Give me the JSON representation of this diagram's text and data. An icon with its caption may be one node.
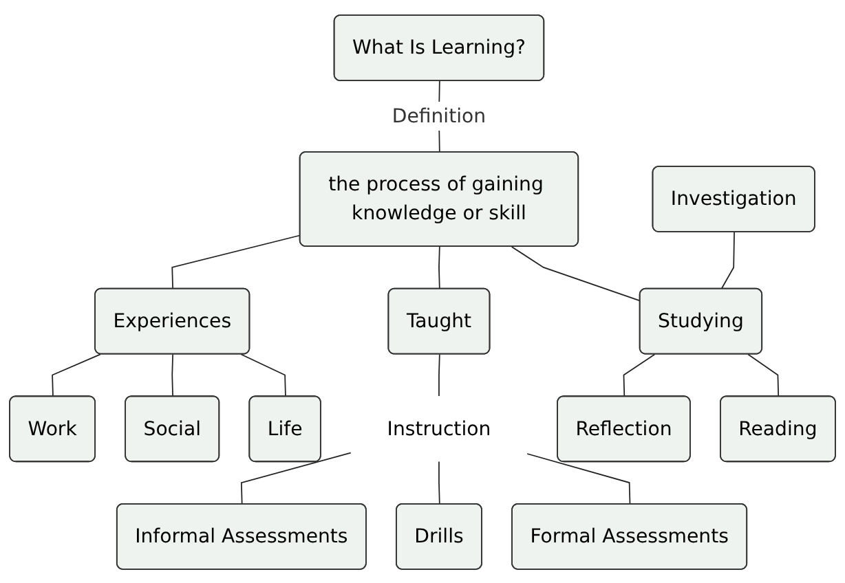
{
  "diagram": {
    "nodes": [
      {
        "text": [
          "What Is Learning?"
        ]
      },
      {
        "text": [
          "the process of gaining knowledge or skill"
        ]
      },
      {
        "text": [
          "Investigation"
        ]
      },
      {
        "text": [
          "Studying"
        ]
      },
      {
        "text": [
          "Taught"
        ]
      },
      {
        "text": [
          "Experiences"
        ]
      },
      {
        "text": [
          "Life"
        ]
      },
      {
        "text": [
          "Work"
        ]
      },
      {
        "text": [
          "Reading"
        ]
      },
      {
        "text": [
          "Reflection"
        ]
      },
      {
        "text": [
          "Social"
        ]
      },
      {
        "text": [
          "Instruction"
        ]
      },
      {
        "text": [
          "Drills"
        ]
      },
      {
        "text": [
          "Formal Assessments"
        ]
      },
      {
        "text": [
          "Informal Assessments"
        ]
      }
    ],
    "edges": [
      {
        "from": 0,
        "to": 1,
        "arrow": "none",
        "label": "Definition"
      },
      {
        "from": 1,
        "to": 3,
        "arrow": "none"
      },
      {
        "from": 1,
        "to": 4,
        "arrow": "none"
      },
      {
        "from": 1,
        "to": 5,
        "arrow": "none"
      },
      {
        "from": 2,
        "to": 3,
        "arrow": "none"
      },
      {
        "from": 3,
        "to": 8,
        "arrow": "none"
      },
      {
        "from": 3,
        "to": 9,
        "arrow": "none"
      },
      {
        "from": 4,
        "to": 11,
        "arrow": "none"
      },
      {
        "from": 5,
        "to": 6,
        "arrow": "none"
      },
      {
        "from": 5,
        "to": 10,
        "arrow": "none"
      },
      {
        "from": 5,
        "to": 7,
        "arrow": "none"
      },
      {
        "from": 11,
        "to": 13,
        "arrow": "none"
      },
      {
        "from": 11,
        "to": 12,
        "arrow": "none"
      },
      {
        "from": 11,
        "to": 14,
        "arrow": "none"
      }
    ]
  }
}
